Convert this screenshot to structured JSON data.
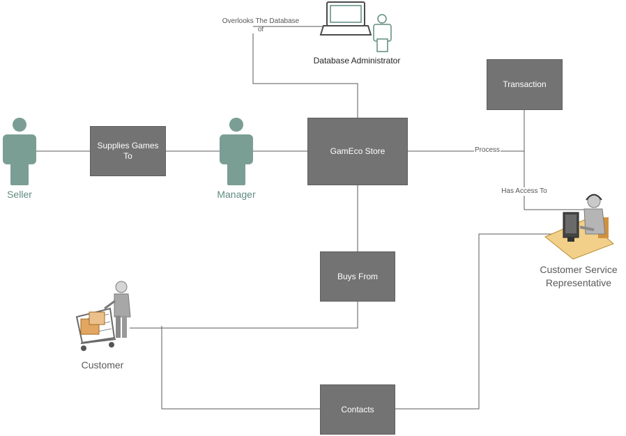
{
  "nodes": {
    "supplies": "Supplies Games To",
    "store": "GamEco Store",
    "transaction": "Transaction",
    "buys_from": "Buys From",
    "contacts": "Contacts"
  },
  "actors": {
    "seller": "Seller",
    "manager": "Manager",
    "dba": "Database Administrator",
    "customer": "Customer",
    "csr_line1": "Customer Service",
    "csr_line2": "Representative"
  },
  "edge_labels": {
    "overlooks_line1": "Overlooks The Database",
    "overlooks_line2": "of",
    "process": "Process",
    "has_access": "Has Access To"
  },
  "colors": {
    "box": "#737373",
    "actor": "#7a9e94",
    "line": "#5a5a5a",
    "desk": "#f2d08a"
  },
  "icons": [
    "person-icon",
    "laptop-icon",
    "shopping-cart-icon",
    "call-center-agent-icon"
  ]
}
